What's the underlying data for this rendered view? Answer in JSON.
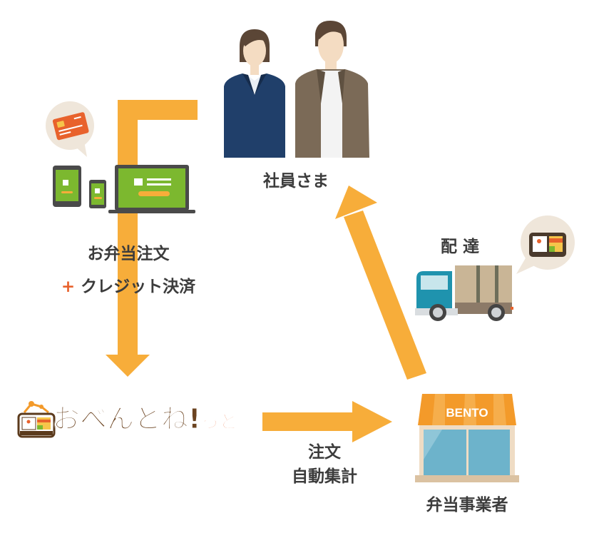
{
  "diagram": {
    "colors": {
      "arrow": "#f7ad3a",
      "accent_plus": "#e8622c",
      "device_green": "#7cb82f",
      "device_frame": "#4a4a4a",
      "truck_cab": "#1f93ae",
      "shop_awning": "#f39a2a",
      "bubble": "#efe6da"
    },
    "nodes": {
      "employees": {
        "label": "社員さま",
        "icon": "people-icon"
      },
      "ordering": {
        "line1": "お弁当注文",
        "plus": "+",
        "line2": "クレジット決済",
        "icon": "devices-icon",
        "bubble_icon": "credit-card-icon"
      },
      "logo": {
        "text_main": "おべんとね!",
        "text_sub": "っと",
        "icon": "bento-logo-icon"
      },
      "vendor": {
        "label": "弁当事業者",
        "sign": "BENTO",
        "icon": "shop-icon"
      },
      "delivery": {
        "label": "配 達",
        "icon": "truck-icon",
        "bubble_icon": "bento-box-icon"
      }
    },
    "edges": [
      {
        "from": "employees",
        "to": "logo",
        "label": ""
      },
      {
        "from": "logo",
        "to": "vendor",
        "label_line1": "注文",
        "label_line2": "自動集計"
      },
      {
        "from": "vendor",
        "to": "employees",
        "label": ""
      }
    ]
  }
}
